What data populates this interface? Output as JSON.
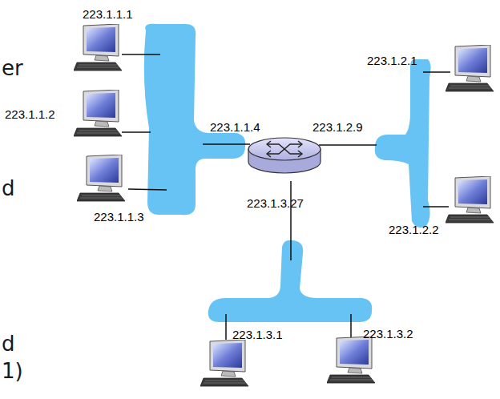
{
  "diagram": {
    "labels": [
      "223.1.1.1",
      "223.1.1.2",
      "223.1.1.3",
      "223.1.1.4",
      "223.1.2.9",
      "223.1.2.1",
      "223.1.2.2",
      "223.1.3.27",
      "223.1.3.1",
      "223.1.3.2",
      "er",
      "d",
      "d",
      "1)"
    ]
  }
}
